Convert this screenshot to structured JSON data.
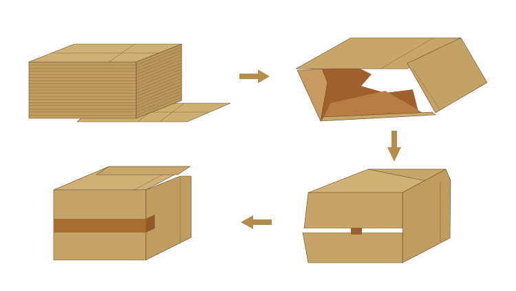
{
  "diagram": {
    "steps": [
      {
        "id": "flat-stack",
        "caption": ""
      },
      {
        "id": "opened-tube",
        "caption": ""
      },
      {
        "id": "flaps-folding",
        "caption": ""
      },
      {
        "id": "taped-box",
        "caption": ""
      }
    ],
    "colors": {
      "cardboard": "#c6a467",
      "cardboard_light": "#d2b277",
      "cardboard_side": "#b9975b",
      "interior_dark": "#9c5f2f",
      "interior_mid": "#b57a45",
      "tape": "#a66c30",
      "arrow": "#b48c4c",
      "outline": "#5a4a2a",
      "background": "#ffffff"
    },
    "arrows": [
      {
        "from": "flat-stack",
        "to": "opened-tube",
        "direction": "right"
      },
      {
        "from": "opened-tube",
        "to": "flaps-folding",
        "direction": "down"
      },
      {
        "from": "flaps-folding",
        "to": "taped-box",
        "direction": "left"
      }
    ]
  }
}
